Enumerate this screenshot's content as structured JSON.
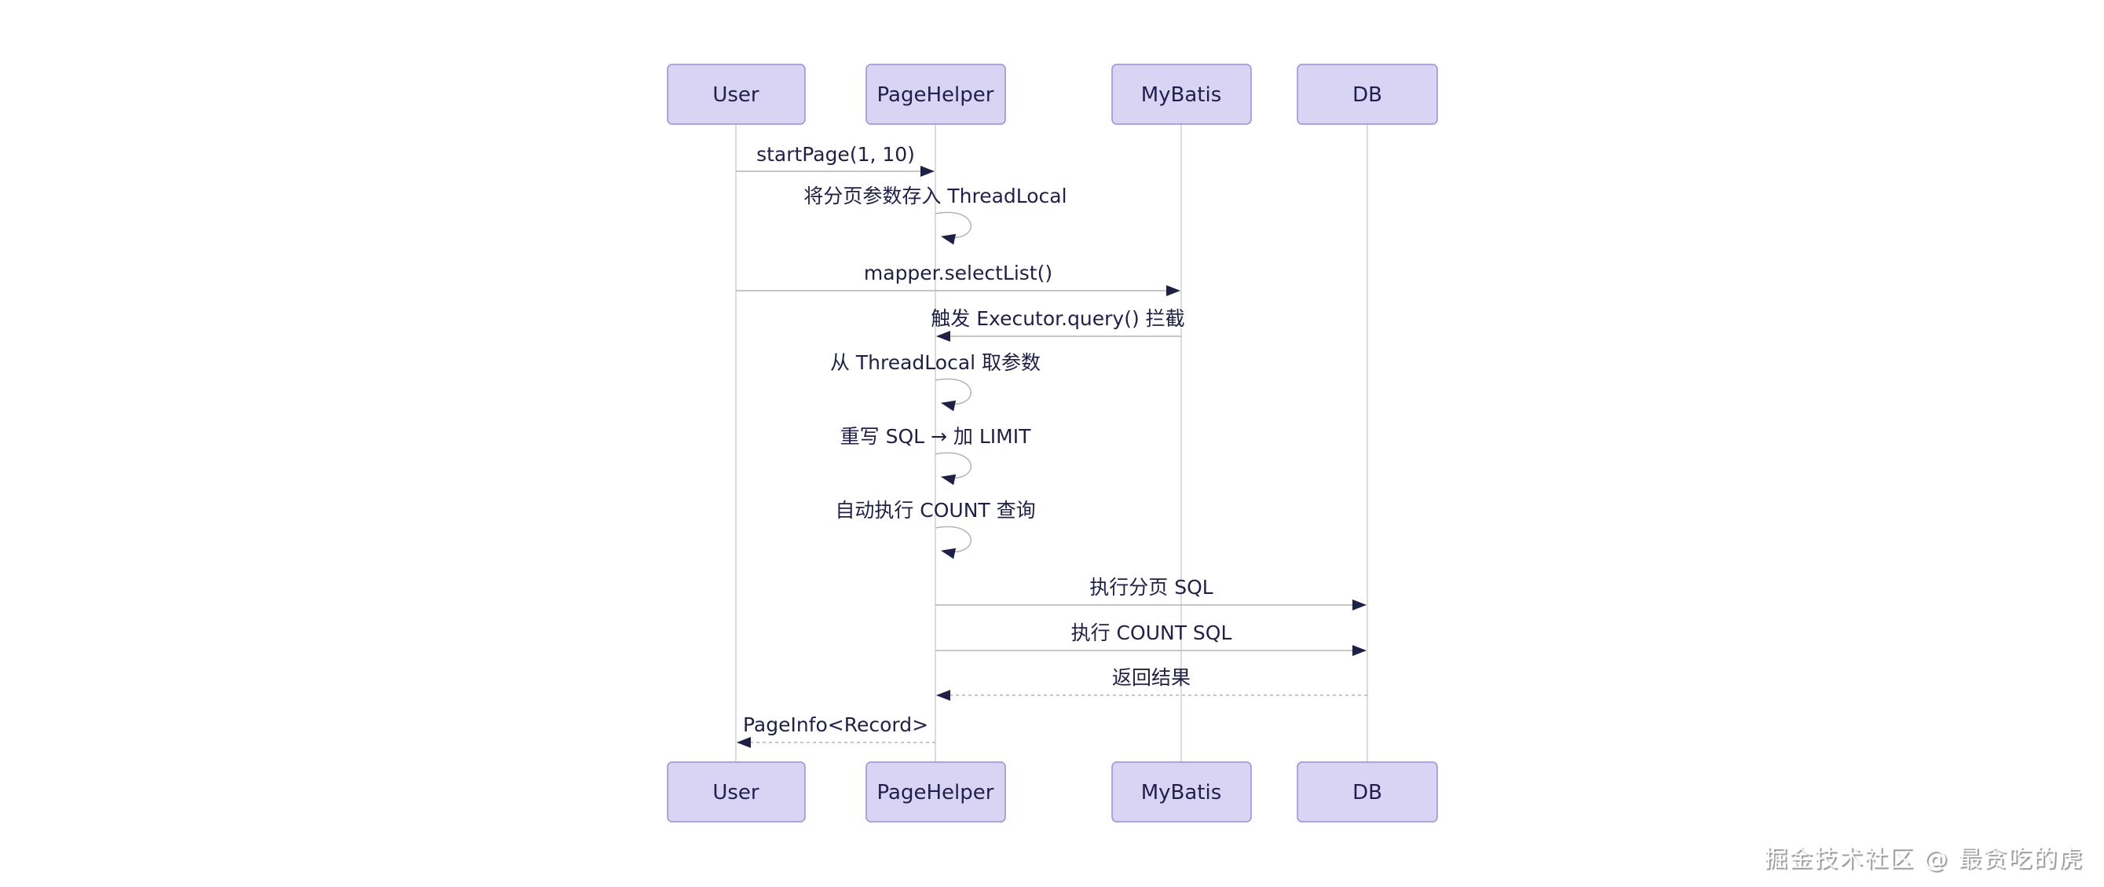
{
  "diagram": {
    "type": "sequence",
    "actors": [
      {
        "name": "User"
      },
      {
        "name": "PageHelper"
      },
      {
        "name": "MyBatis"
      },
      {
        "name": "DB"
      }
    ],
    "messages": [
      {
        "from": "User",
        "to": "PageHelper",
        "style": "solid",
        "label": "startPage(1, 10)"
      },
      {
        "from": "PageHelper",
        "to": "PageHelper",
        "style": "self",
        "label": "将分页参数存入 ThreadLocal"
      },
      {
        "from": "User",
        "to": "MyBatis",
        "style": "solid",
        "label": "mapper.selectList()"
      },
      {
        "from": "MyBatis",
        "to": "PageHelper",
        "style": "solid",
        "label": "触发 Executor.query() 拦截"
      },
      {
        "from": "PageHelper",
        "to": "PageHelper",
        "style": "self",
        "label": "从 ThreadLocal 取参数"
      },
      {
        "from": "PageHelper",
        "to": "PageHelper",
        "style": "self",
        "label": "重写 SQL → 加 LIMIT"
      },
      {
        "from": "PageHelper",
        "to": "PageHelper",
        "style": "self",
        "label": "自动执行 COUNT 查询"
      },
      {
        "from": "PageHelper",
        "to": "DB",
        "style": "solid",
        "label": "执行分页 SQL"
      },
      {
        "from": "PageHelper",
        "to": "DB",
        "style": "solid",
        "label": "执行 COUNT SQL"
      },
      {
        "from": "DB",
        "to": "PageHelper",
        "style": "dashed",
        "label": "返回结果"
      },
      {
        "from": "PageHelper",
        "to": "User",
        "style": "dashed",
        "label": "PageInfo<Record>"
      }
    ],
    "colors": {
      "actor_fill": "#d9d3f4",
      "actor_border": "#9a8fd6",
      "actor_text": "#201f4e",
      "message_text": "#1f2045",
      "message_line": "#b3b3b3",
      "arrowhead": "#1f2045",
      "lifeline": "#d0d0d0",
      "background": "#ffffff",
      "watermark_text_gray": "#828282"
    }
  },
  "watermark": {
    "text": "掘金技术社区 @ 最贪吃的虎"
  }
}
